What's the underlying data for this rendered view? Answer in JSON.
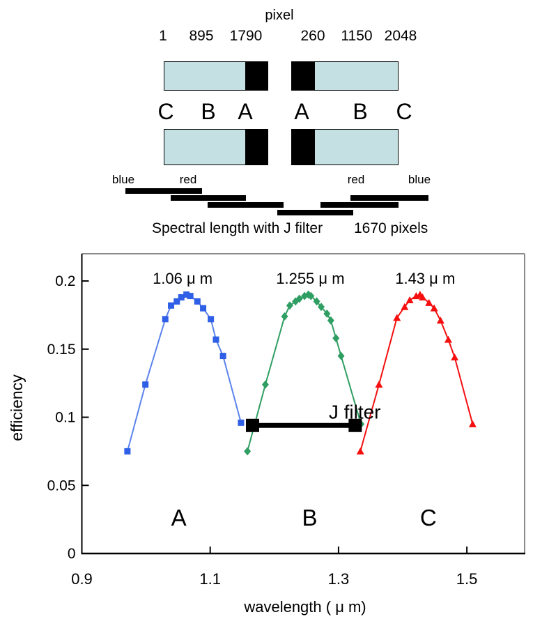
{
  "diagram": {
    "title": "pixel",
    "pixel_numbers_left": [
      "1",
      "895",
      "1790"
    ],
    "pixel_numbers_right": [
      "260",
      "1150",
      "2048"
    ],
    "band_letters_left": [
      "C",
      "B",
      "A"
    ],
    "band_letters_right": [
      "A",
      "B",
      "C"
    ],
    "edge_labels": {
      "left_blue": "blue",
      "left_red": "red",
      "right_red": "red",
      "right_blue": "blue"
    },
    "caption": "Spectral length with J filter",
    "caption_value": "1670 pixels",
    "colors": {
      "detector_fill": "#c4e0e3",
      "masked_fill": "#000000"
    }
  },
  "chart_data": {
    "type": "line",
    "title": "",
    "xlabel": "wavelength ( μ m)",
    "ylabel": "efficiency",
    "xlim": [
      0.9,
      1.59
    ],
    "ylim": [
      0,
      0.22
    ],
    "xticks": [
      "0.9",
      "1.1",
      "1.3",
      "1.5"
    ],
    "yticks": [
      "0",
      "0.05",
      "0.1",
      "0.15",
      "0.2"
    ],
    "grid": false,
    "legend": "none",
    "frame_color": "#8a8a8a",
    "axis_color": "#000000",
    "zone_label_y": 0.026,
    "series": [
      {
        "name": "A",
        "marker": "square",
        "color": "#2e5fe6",
        "line_color": "#5b83ec",
        "peak_label": "1.06 μ m",
        "peak_label_x": 1.057,
        "zone_label_x": 1.051,
        "points": [
          [
            0.971,
            0.075
          ],
          [
            0.999,
            0.124
          ],
          [
            1.03,
            0.172
          ],
          [
            1.039,
            0.182
          ],
          [
            1.048,
            0.185
          ],
          [
            1.055,
            0.188
          ],
          [
            1.063,
            0.19
          ],
          [
            1.069,
            0.189
          ],
          [
            1.08,
            0.185
          ],
          [
            1.089,
            0.18
          ],
          [
            1.101,
            0.172
          ],
          [
            1.109,
            0.157
          ],
          [
            1.12,
            0.145
          ],
          [
            1.148,
            0.096
          ]
        ]
      },
      {
        "name": "B",
        "marker": "diamond",
        "color": "#2f9e63",
        "line_color": "#2f9e63",
        "peak_label": "1.255 μ m",
        "peak_label_x": 1.256,
        "zone_label_x": 1.255,
        "points": [
          [
            1.158,
            0.075
          ],
          [
            1.186,
            0.124
          ],
          [
            1.216,
            0.174
          ],
          [
            1.224,
            0.182
          ],
          [
            1.233,
            0.185
          ],
          [
            1.239,
            0.187
          ],
          [
            1.247,
            0.189
          ],
          [
            1.253,
            0.19
          ],
          [
            1.257,
            0.189
          ],
          [
            1.266,
            0.185
          ],
          [
            1.273,
            0.181
          ],
          [
            1.282,
            0.176
          ],
          [
            1.288,
            0.171
          ],
          [
            1.296,
            0.158
          ],
          [
            1.304,
            0.145
          ],
          [
            1.335,
            0.095
          ]
        ]
      },
      {
        "name": "C",
        "marker": "triangle",
        "color": "#f50f0f",
        "line_color": "#f50f0f",
        "peak_label": "1.43 μ m",
        "peak_label_x": 1.435,
        "zone_label_x": 1.44,
        "points": [
          [
            1.334,
            0.075
          ],
          [
            1.363,
            0.124
          ],
          [
            1.391,
            0.173
          ],
          [
            1.403,
            0.181
          ],
          [
            1.411,
            0.186
          ],
          [
            1.421,
            0.189
          ],
          [
            1.427,
            0.19
          ],
          [
            1.431,
            0.188
          ],
          [
            1.441,
            0.184
          ],
          [
            1.449,
            0.18
          ],
          [
            1.459,
            0.171
          ],
          [
            1.471,
            0.157
          ],
          [
            1.481,
            0.144
          ],
          [
            1.509,
            0.095
          ]
        ]
      }
    ],
    "annotations": {
      "j_filter": {
        "label": "J filter",
        "x1": 1.166,
        "x2": 1.326,
        "y": 0.094
      }
    }
  }
}
